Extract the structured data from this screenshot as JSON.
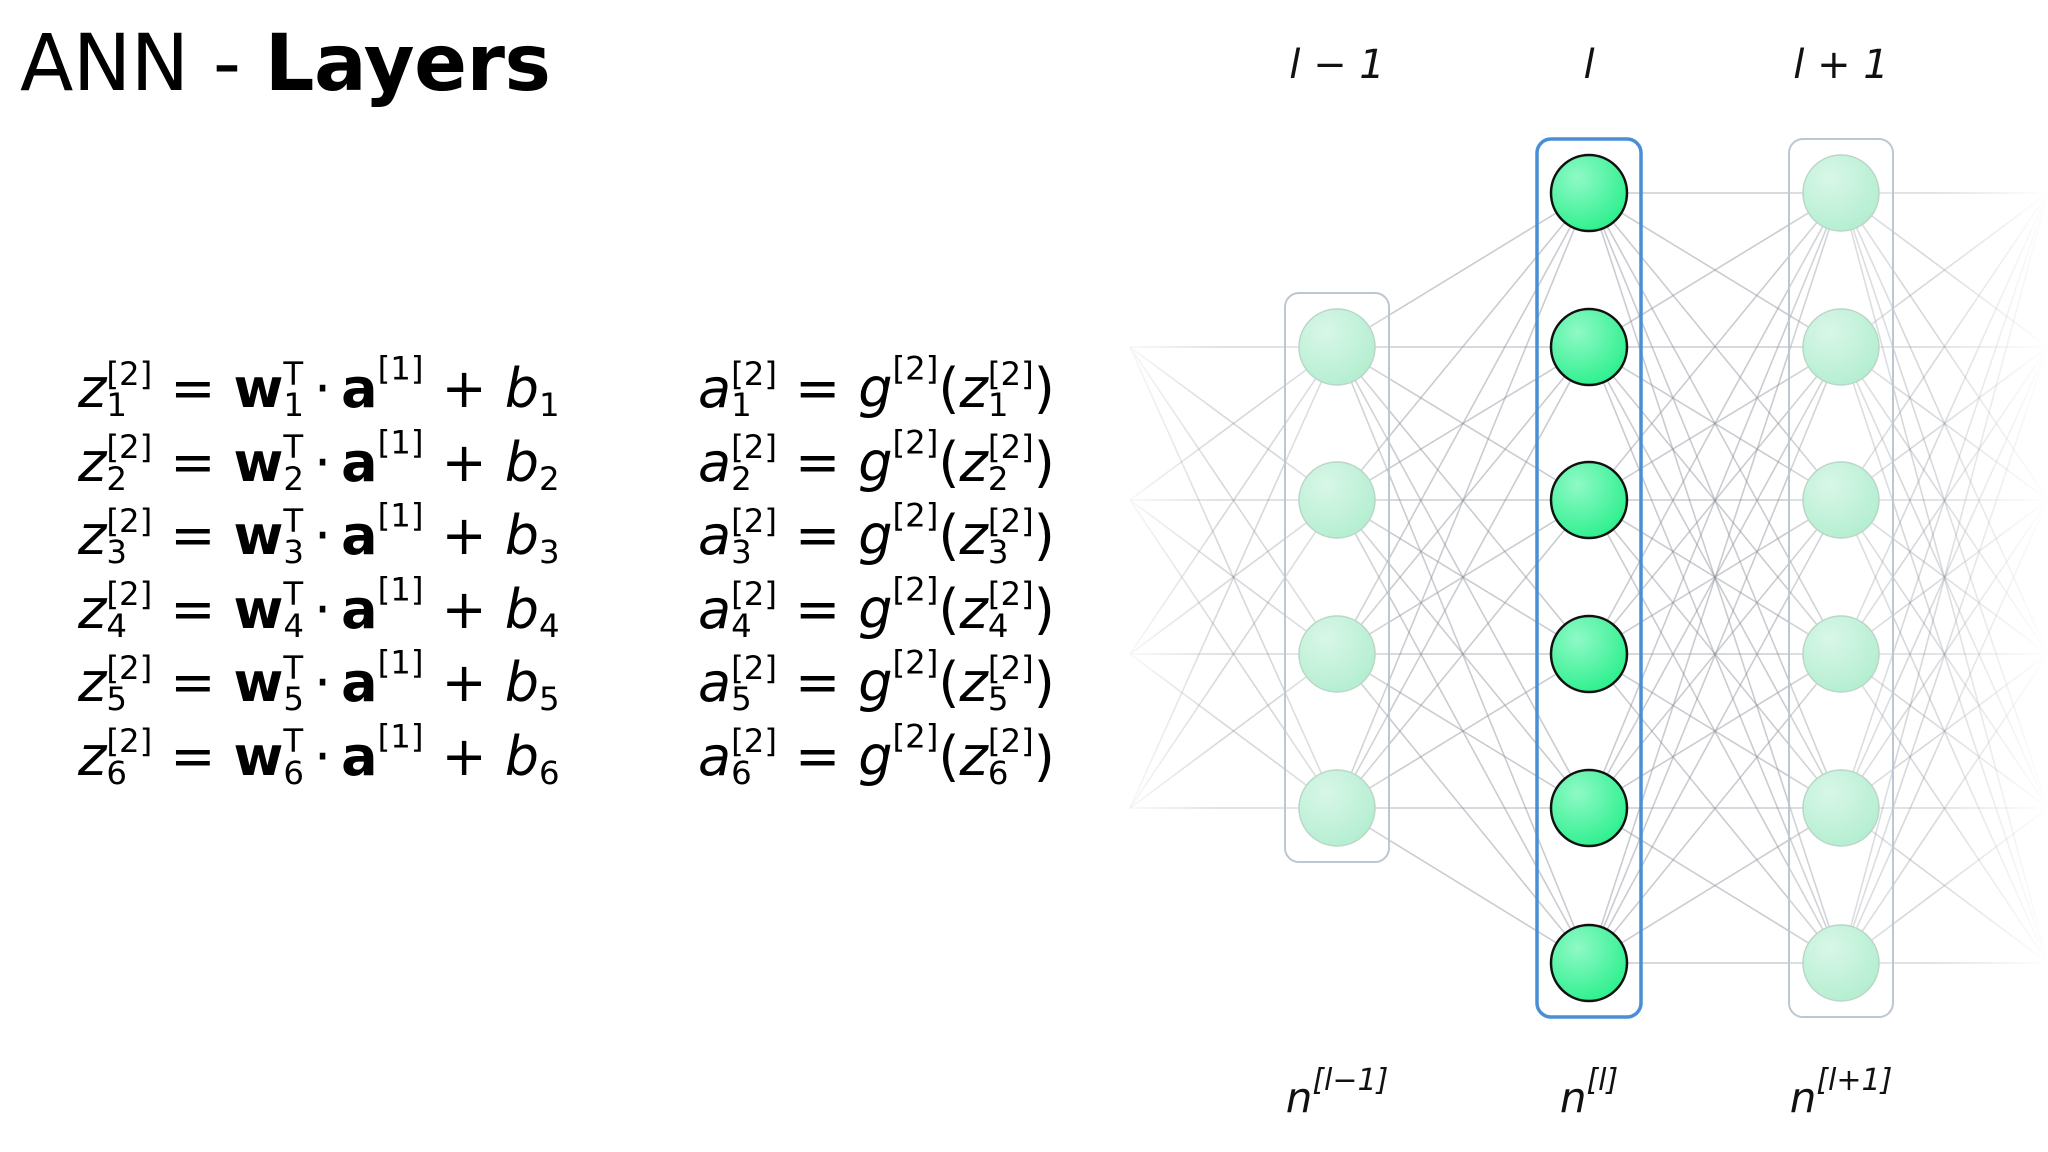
{
  "title": {
    "regular": "ANN - ",
    "bold": "Layers"
  },
  "equations": {
    "z_lines": [
      {
        "var": "z",
        "sub": "1",
        "sup": "[2]",
        "eq": "=",
        "w": "w",
        "wsup": "T",
        "wsub": "1",
        "dot": "·",
        "a": "a",
        "asup": "[1]",
        "plus": "+",
        "b": "b",
        "bsub": "1"
      },
      {
        "var": "z",
        "sub": "2",
        "sup": "[2]",
        "eq": "=",
        "w": "w",
        "wsup": "T",
        "wsub": "2",
        "dot": "·",
        "a": "a",
        "asup": "[1]",
        "plus": "+",
        "b": "b",
        "bsub": "2"
      },
      {
        "var": "z",
        "sub": "3",
        "sup": "[2]",
        "eq": "=",
        "w": "w",
        "wsup": "T",
        "wsub": "3",
        "dot": "·",
        "a": "a",
        "asup": "[1]",
        "plus": "+",
        "b": "b",
        "bsub": "3"
      },
      {
        "var": "z",
        "sub": "4",
        "sup": "[2]",
        "eq": "=",
        "w": "w",
        "wsup": "T",
        "wsub": "4",
        "dot": "·",
        "a": "a",
        "asup": "[1]",
        "plus": "+",
        "b": "b",
        "bsub": "4"
      },
      {
        "var": "z",
        "sub": "5",
        "sup": "[2]",
        "eq": "=",
        "w": "w",
        "wsup": "T",
        "wsub": "5",
        "dot": "·",
        "a": "a",
        "asup": "[1]",
        "plus": "+",
        "b": "b",
        "bsub": "5"
      },
      {
        "var": "z",
        "sub": "6",
        "sup": "[2]",
        "eq": "=",
        "w": "w",
        "wsup": "T",
        "wsub": "6",
        "dot": "·",
        "a": "a",
        "asup": "[1]",
        "plus": "+",
        "b": "b",
        "bsub": "6"
      }
    ],
    "a_lines": [
      {
        "var": "a",
        "sub": "1",
        "sup": "[2]",
        "eq": "=",
        "g": "g",
        "gsup": "[2]",
        "open": "(",
        "z": "z",
        "zsub": "1",
        "zsup": "[2]",
        "close": ")"
      },
      {
        "var": "a",
        "sub": "2",
        "sup": "[2]",
        "eq": "=",
        "g": "g",
        "gsup": "[2]",
        "open": "(",
        "z": "z",
        "zsub": "2",
        "zsup": "[2]",
        "close": ")"
      },
      {
        "var": "a",
        "sub": "3",
        "sup": "[2]",
        "eq": "=",
        "g": "g",
        "gsup": "[2]",
        "open": "(",
        "z": "z",
        "zsub": "3",
        "zsup": "[2]",
        "close": ")"
      },
      {
        "var": "a",
        "sub": "4",
        "sup": "[2]",
        "eq": "=",
        "g": "g",
        "gsup": "[2]",
        "open": "(",
        "z": "z",
        "zsub": "4",
        "zsup": "[2]",
        "close": ")"
      },
      {
        "var": "a",
        "sub": "5",
        "sup": "[2]",
        "eq": "=",
        "g": "g",
        "gsup": "[2]",
        "open": "(",
        "z": "z",
        "zsub": "5",
        "zsup": "[2]",
        "close": ")"
      },
      {
        "var": "a",
        "sub": "6",
        "sup": "[2]",
        "eq": "=",
        "g": "g",
        "gsup": "[2]",
        "open": "(",
        "z": "z",
        "zsub": "6",
        "zsup": "[2]",
        "close": ")"
      }
    ]
  },
  "network": {
    "layers": [
      {
        "id": "prev",
        "label": "l − 1",
        "size_base": "n",
        "size_sup": "[l−1]",
        "neuron_count": 4,
        "highlighted": false
      },
      {
        "id": "current",
        "label": "l",
        "size_base": "n",
        "size_sup": "[l]",
        "neuron_count": 6,
        "highlighted": true
      },
      {
        "id": "next",
        "label": "l + 1",
        "size_base": "n",
        "size_sup": "[l+1]",
        "neuron_count": 6,
        "highlighted": false
      }
    ],
    "colors": {
      "neuron_fill_light": "#c8f3dd",
      "neuron_fill_bright": "#3ff59a",
      "neuron_stroke_dim": "#b9d6c6",
      "neuron_stroke_strong": "#111111",
      "highlight_border": "#4a8fd6",
      "box_border": "#bcc7d4",
      "connection": "#8a8f99"
    }
  }
}
